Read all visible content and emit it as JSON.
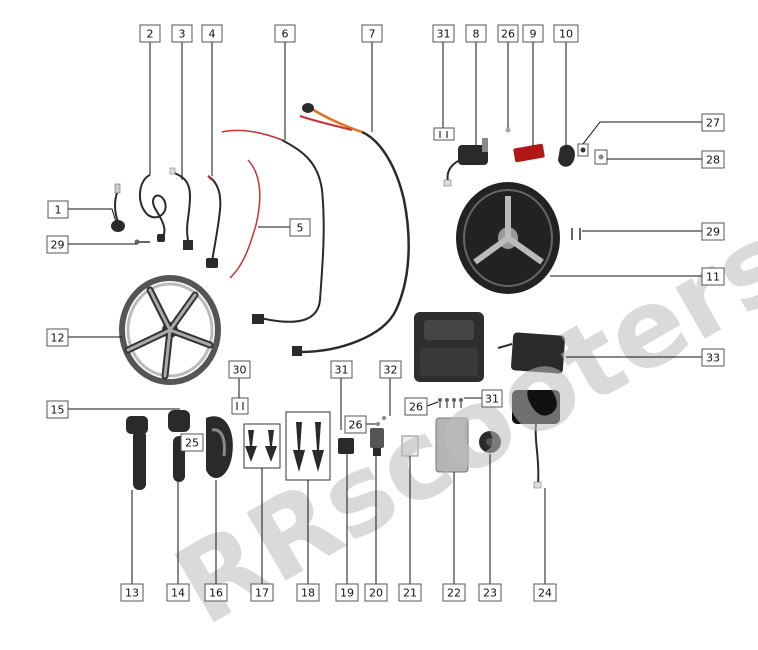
{
  "watermark": "RRscooters",
  "callouts": [
    "1",
    "2",
    "3",
    "4",
    "5",
    "6",
    "7",
    "8",
    "9",
    "10",
    "11",
    "12",
    "13",
    "14",
    "15",
    "16",
    "17",
    "18",
    "19",
    "20",
    "21",
    "22",
    "23",
    "24",
    "25",
    "26",
    "26",
    "26",
    "27",
    "28",
    "29",
    "29",
    "30",
    "31",
    "31",
    "31",
    "32",
    "33"
  ],
  "colors": {
    "background": "#ffffff",
    "part_dark": "#2a2a2a",
    "wire_red": "#c83232",
    "reflector_red": "#b01818",
    "wire_orange": "#e87020",
    "watermark": "#bdbdbd"
  }
}
